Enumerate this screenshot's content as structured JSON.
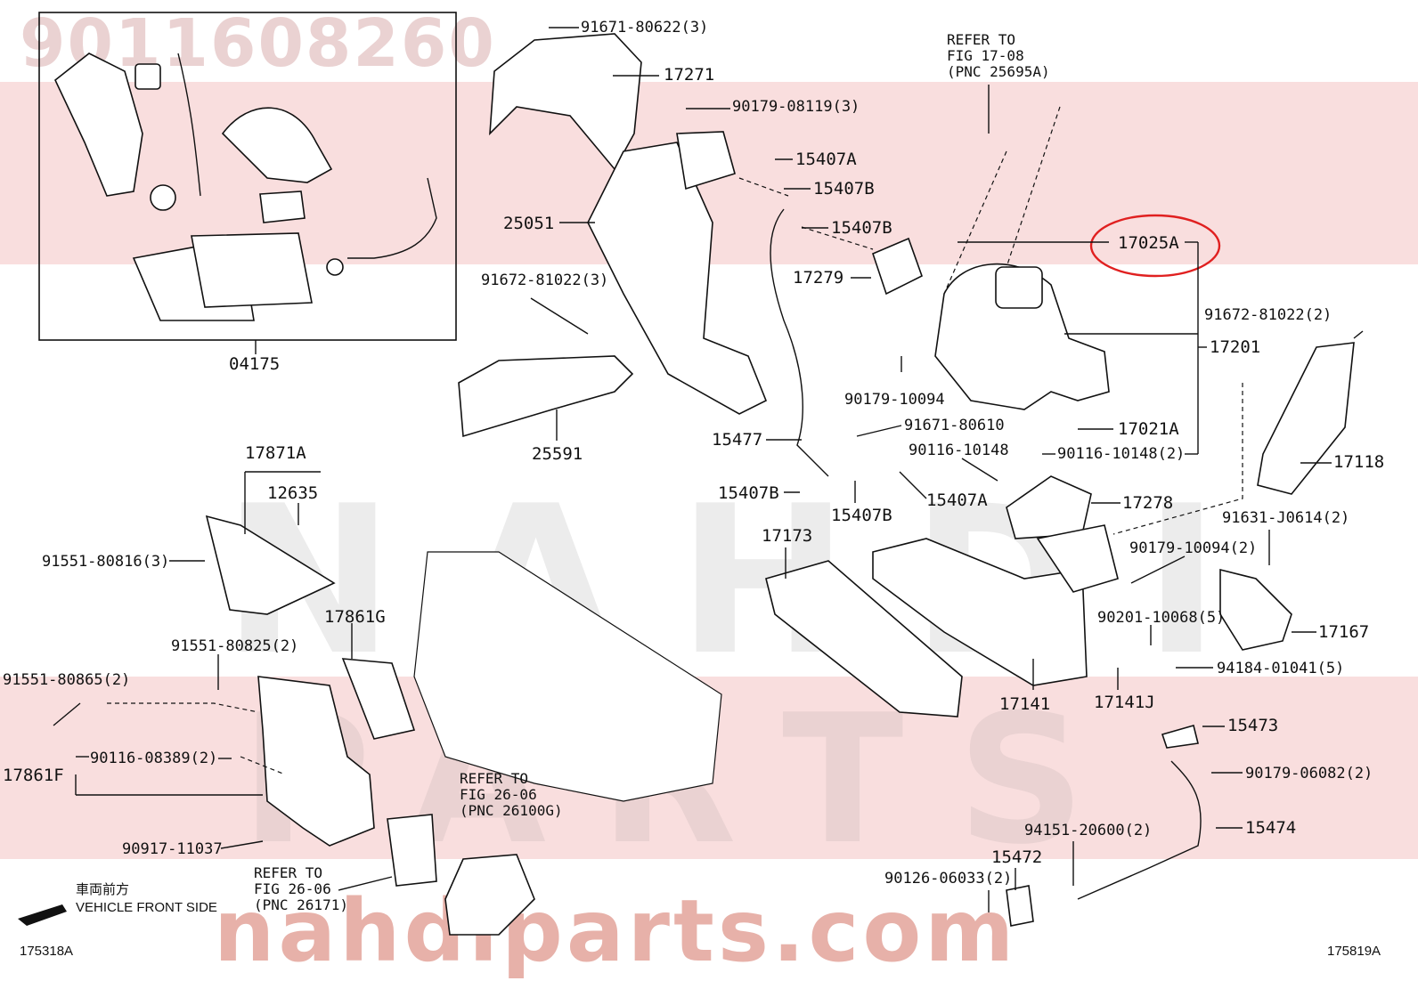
{
  "watermark": {
    "part_number": "9011608260",
    "brand_top": "NAHDI",
    "brand_bottom": "PARTS",
    "url": "nahdiparts.com"
  },
  "labels": {
    "inset_group": "04175",
    "p91671_80622": "91671-80622(3)",
    "p17271": "17271",
    "p90179_08119": "90179-08119(3)",
    "p15407A_top": "15407A",
    "p15407B_1": "15407B",
    "p15407B_2": "15407B",
    "p25051": "25051",
    "p17279": "17279",
    "p91672_81022_left": "91672-81022(3)",
    "p17025A": "17025A",
    "p17201": "17201",
    "p91672_81022_right": "91672-81022(2)",
    "p90179_10094": "90179-10094",
    "p25591": "25591",
    "p91671_80610": "91671-80610",
    "p17021A": "17021A",
    "p15477": "15477",
    "p90116_10148": "90116-10148",
    "p90116_10148_2": "90116-10148(2)",
    "p17118": "17118",
    "p17871A": "17871A",
    "p12635": "12635",
    "p15407B_3": "15407B",
    "p15407B_4": "15407B",
    "p15407A_2": "15407A",
    "p17278": "17278",
    "p91551_80816": "91551-80816(3)",
    "p17173": "17173",
    "p91631_J0614": "91631-J0614(2)",
    "p90179_10094_2": "90179-10094(2)",
    "p17861G": "17861G",
    "p91551_80825": "91551-80825(2)",
    "p90201_10068": "90201-10068(5)",
    "p17167": "17167",
    "p91551_80865": "91551-80865(2)",
    "p94184_01041": "94184-01041(5)",
    "p17141": "17141",
    "p17141J": "17141J",
    "p90116_08389": "90116-08389(2)",
    "p17861F": "17861F",
    "p15473": "15473",
    "p90179_06082": "90179-06082(2)",
    "p90917_11037": "90917-11037",
    "p15474": "15474",
    "p94151_20600": "94151-20600(2)",
    "p15472": "15472",
    "p90126_06033": "90126-06033(2)"
  },
  "references": {
    "ref_fig17": "REFER TO\nFIG 17-08\n(PNC 25695A)",
    "ref_fig26_a": "REFER TO\nFIG 26-06\n(PNC 26100G)",
    "ref_fig26_b": "REFER TO\nFIG 26-06\n(PNC 26171)"
  },
  "front_side": {
    "japanese": "車両前方",
    "english": "VEHICLE FRONT SIDE"
  },
  "footer": {
    "left_code": "175318A",
    "right_code": "175819A"
  },
  "highlight": {
    "target_part": "17025A",
    "color": "#e02020"
  },
  "colors": {
    "band": "#f6d0d0",
    "ink": "#111111"
  }
}
